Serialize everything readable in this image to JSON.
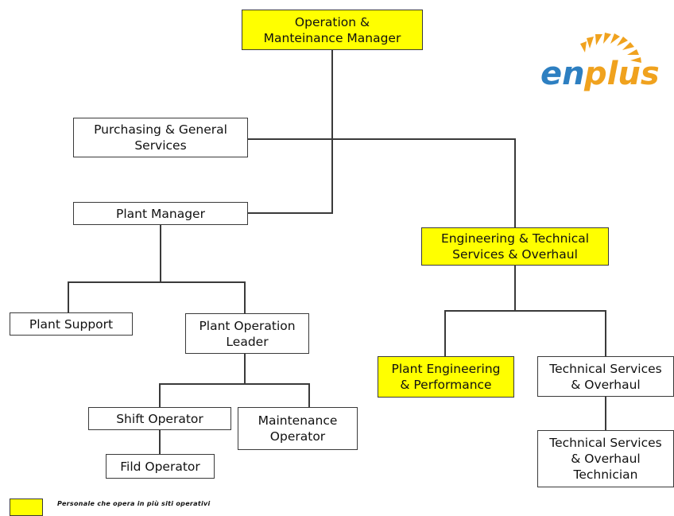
{
  "colors": {
    "highlight": "#ffff00",
    "line": "#3a3a3a",
    "logo_blue": "#2d7fc1",
    "logo_orange": "#f0a21e"
  },
  "logo": {
    "left": "en",
    "right": "plus"
  },
  "nodes": {
    "om_manager": "Operation &\nManteinance Manager",
    "purchasing": "Purchasing & General\nServices",
    "plant_manager": "Plant Manager",
    "engineering": "Engineering & Technical\nServices & Overhaul",
    "plant_support": "Plant Support",
    "plant_operation_leader": "Plant Operation\nLeader",
    "plant_engineering": "Plant Engineering\n& Performance",
    "technical_services": "Technical Services\n& Overhaul",
    "technical_technician": "Technical Services\n& Overhaul\nTechnician",
    "shift_operator": "Shift Operator",
    "maintenance_operator": "Maintenance\nOperator",
    "fild_operator": "Fild Operator"
  },
  "legend": {
    "text": "Personale che opera in più siti operativi"
  }
}
